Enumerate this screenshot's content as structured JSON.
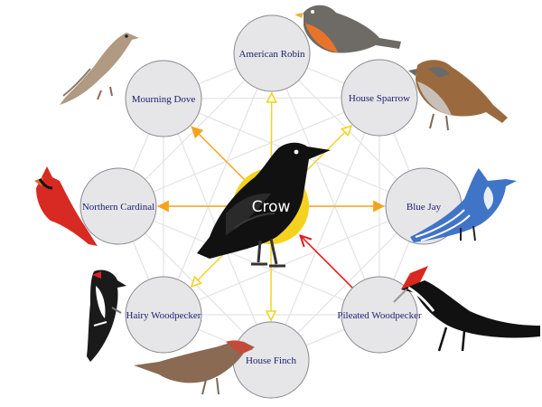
{
  "center": {
    "label": "Crow",
    "ring_color": "#f5d21e"
  },
  "nodes": [
    {
      "id": "robin",
      "label": "American Robin"
    },
    {
      "id": "sparrow",
      "label": "House Sparrow"
    },
    {
      "id": "bluejay",
      "label": "Blue Jay"
    },
    {
      "id": "pileated",
      "label": "Pileated Woodpecker"
    },
    {
      "id": "finch",
      "label": "House Finch"
    },
    {
      "id": "hairy",
      "label": "Hairy Woodpecker"
    },
    {
      "id": "cardinal",
      "label": "Northern Cardinal"
    },
    {
      "id": "dove",
      "label": "Mourning Dove"
    }
  ],
  "edges": [
    {
      "from": "center",
      "to": "robin",
      "style": "hollow",
      "color": "#f5d21e"
    },
    {
      "from": "center",
      "to": "sparrow",
      "style": "hollow",
      "color": "#f5d21e"
    },
    {
      "from": "center",
      "to": "bluejay",
      "style": "solid",
      "color": "#f5a31e"
    },
    {
      "from": "pileated",
      "to": "center",
      "style": "open",
      "color": "#e02020"
    },
    {
      "from": "center",
      "to": "finch",
      "style": "hollow",
      "color": "#f5d21e"
    },
    {
      "from": "center",
      "to": "hairy",
      "style": "hollow",
      "color": "#f5d21e"
    },
    {
      "from": "center",
      "to": "cardinal",
      "style": "solid",
      "color": "#f5a31e"
    },
    {
      "from": "center",
      "to": "dove",
      "style": "solid",
      "color": "#f5a31e"
    }
  ],
  "colors": {
    "node_fill": "#e6e5e8",
    "node_stroke": "#8a8a8e",
    "label": "#1a1f6e",
    "background_link": "#e3e3e6"
  },
  "icons": [
    "crow-icon",
    "robin-icon",
    "sparrow-icon",
    "blue-jay-icon",
    "pileated-woodpecker-icon",
    "house-finch-icon",
    "hairy-woodpecker-icon",
    "northern-cardinal-icon",
    "mourning-dove-icon"
  ]
}
